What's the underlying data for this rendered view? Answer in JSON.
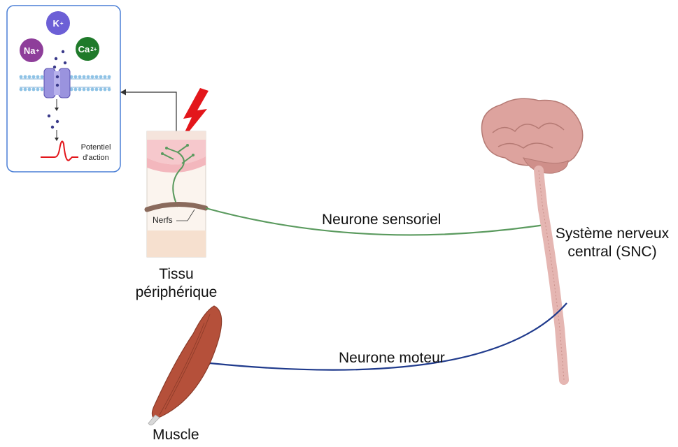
{
  "inset": {
    "ions": {
      "k": {
        "symbol": "K",
        "charge": "+",
        "color": "#6c5fd6"
      },
      "na": {
        "symbol": "Na",
        "charge": "+",
        "color": "#8e3e9a"
      },
      "ca": {
        "symbol": "Ca",
        "charge": "2+",
        "color": "#1f7a2a"
      }
    },
    "potential_label_line1": "Potentiel",
    "potential_label_line2": "d'action"
  },
  "tissue": {
    "nerves_label": "Nerfs",
    "title_line1": "Tissu",
    "title_line2": "périphérique"
  },
  "sensory_neuron_label": "Neurone sensoriel",
  "motor_neuron_label": "Neurone moteur",
  "cns_label_line1": "Système nerveux",
  "cns_label_line2": "central (SNC)",
  "muscle_label": "Muscle",
  "colors": {
    "sensory": "#5a9a5e",
    "motor": "#1f3a8c",
    "inset_border": "#4a7fd6",
    "lightning": "#e3161b",
    "nerve_brown": "#8a6a5c",
    "brain": "#d99a95",
    "muscle": "#b5503a"
  }
}
